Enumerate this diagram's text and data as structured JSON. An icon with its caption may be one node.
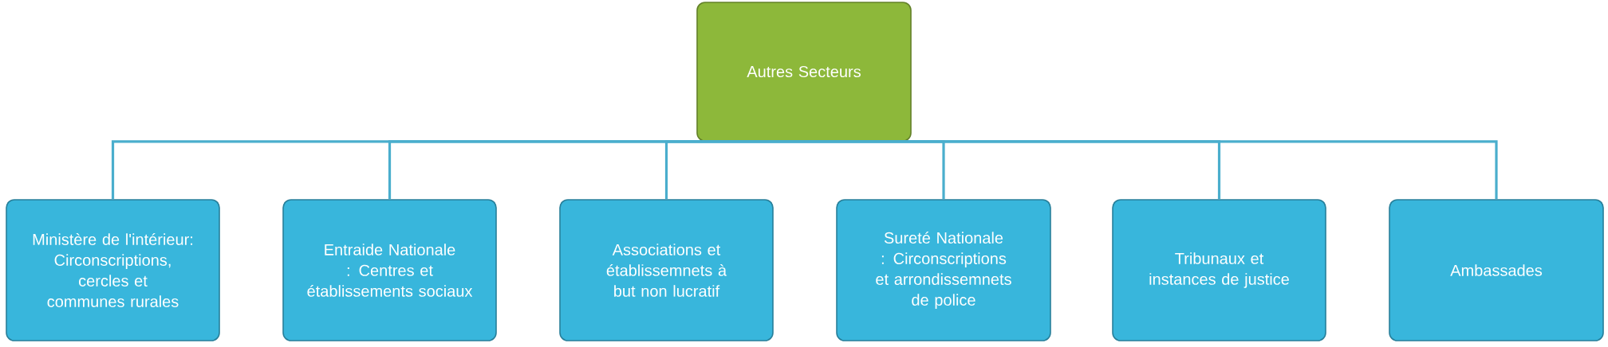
{
  "diagram": {
    "nodes": [
      {
        "text": [
          "Autres Secteurs"
        ]
      },
      {
        "text": [
          "Ministère de l'intérieur: Circonscriptions, cercles et communes rurales"
        ]
      },
      {
        "text": [
          "Entraide Nationale : Centres et établissements sociaux"
        ]
      },
      {
        "text": [
          "Associations et établissemnets à but non lucratif"
        ]
      },
      {
        "text": [
          "Sureté Nationale : Circonscriptions et arrondissemnets de police"
        ]
      },
      {
        "text": [
          "Tribunaux et instances de justice"
        ]
      },
      {
        "text": [
          "Ambassades"
        ]
      }
    ],
    "edges": [
      {
        "from": 0,
        "to": 1,
        "arrow": "none"
      },
      {
        "from": 0,
        "to": 2,
        "arrow": "none"
      },
      {
        "from": 0,
        "to": 3,
        "arrow": "none"
      },
      {
        "from": 0,
        "to": 4,
        "arrow": "none"
      },
      {
        "from": 0,
        "to": 5,
        "arrow": "none"
      },
      {
        "from": 0,
        "to": 6,
        "arrow": "none"
      }
    ]
  }
}
